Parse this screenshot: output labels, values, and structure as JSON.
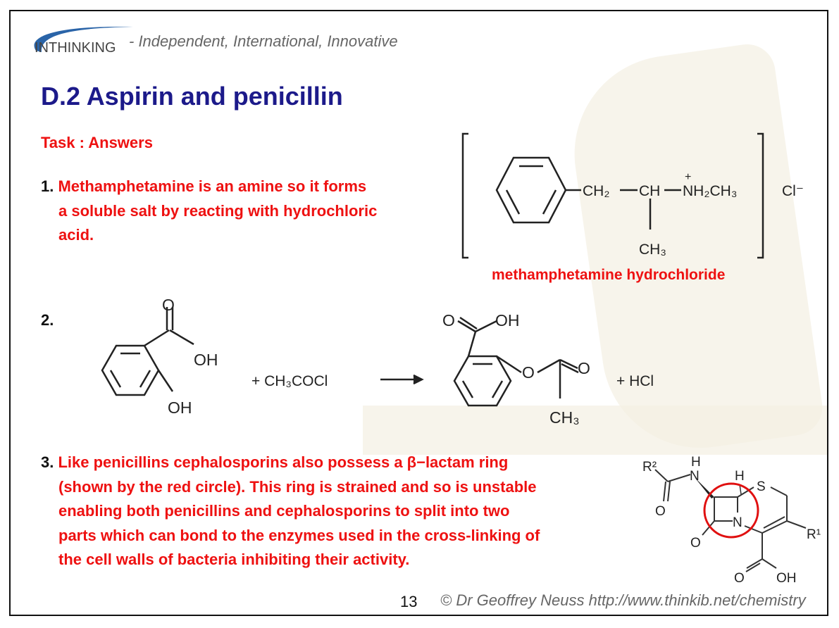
{
  "header": {
    "logo_text": "INTHINKING",
    "tagline": "- Independent, International, Innovative"
  },
  "title": "D.2 Aspirin and penicillin",
  "subtitle": "Task : Answers",
  "answers": [
    {
      "number": "1.",
      "lines": [
        "Methamphetamine is an amine so it forms",
        "a soluble salt by reacting with hydrochloric",
        "acid."
      ]
    },
    {
      "number": "2.",
      "lines": []
    },
    {
      "number": "3.",
      "lines": [
        "Like penicillins cephalosporins also possess a β−lactam ring",
        "(shown by the red circle). This ring is strained and so is unstable",
        "enabling both penicillins and cephalosporins to split into two",
        "parts which can bond to the enzymes used in the cross-linking of",
        "the cell walls of bacteria inhibiting their activity."
      ]
    }
  ],
  "methamphetamine": {
    "ch2": "CH₂",
    "ch": "CH",
    "nh": "NH₂CH₃",
    "plus": "+",
    "ch3": "CH₃",
    "cl": "Cl⁻",
    "caption": "methamphetamine hydrochloride"
  },
  "reaction": {
    "o": "O",
    "oh": "OH",
    "oh2": "OH",
    "reagent": "+ CH₃COCl",
    "product_oh": "OH",
    "product_o": "O",
    "product_o2": "O",
    "product_o3": "O",
    "product_ch3": "CH₃",
    "byproduct": "+   HCl"
  },
  "cephalosporin": {
    "r2": "R²",
    "h1": "H",
    "n1": "N",
    "h2": "H",
    "s": "S",
    "n2": "N",
    "o1": "O",
    "o2": "O",
    "r1": "R¹",
    "o3": "O",
    "oh": "OH"
  },
  "footer": {
    "page": "13",
    "copyright": "© Dr Geoffrey Neuss http://www.thinkib.net/chemistry"
  },
  "colors": {
    "title": "#1c1a8a",
    "answer": "#ee1111",
    "circle": "#e01010"
  }
}
